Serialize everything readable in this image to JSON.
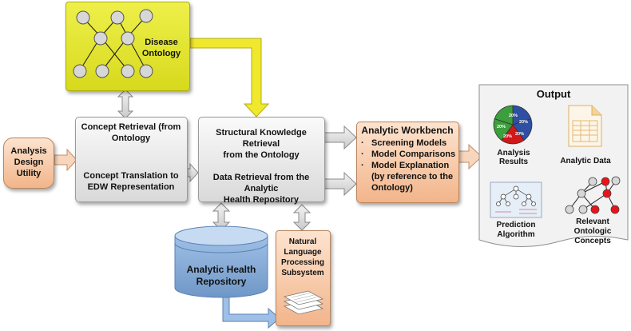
{
  "disease_ontology": {
    "label": "Disease\nOntology"
  },
  "analysis_design": {
    "label": "Analysis\nDesign\nUtility"
  },
  "concept_retrieval": {
    "label": "Concept Retrieval (from\nOntology"
  },
  "concept_translation": {
    "label": "Concept Translation to\nEDW Representation"
  },
  "structural_retrieval": {
    "label": "Structural Knowledge Retrieval\nfrom the Ontology"
  },
  "data_retrieval": {
    "label": "Data Retrieval from the Analytic\nHealth Repository"
  },
  "analytic_workbench": {
    "title": "Analytic Workbench",
    "items": [
      "Screening Models",
      "Model Comparisons",
      "Model Explanation\n(by reference to the\nOntology)"
    ]
  },
  "health_repository": {
    "label": "Analytic Health\nRepository"
  },
  "nlp_subsystem": {
    "label": "Natural\nLanguage\nProcessing\nSubsystem"
  },
  "output": {
    "title": "Output",
    "pie_percents": [
      "20%",
      "20%",
      "20%",
      "20%",
      "20%"
    ],
    "analysis_results": "Analysis Results",
    "analytic_data": "Analytic Data",
    "prediction_algorithm": "Prediction\nAlgorithm",
    "relevant_concepts": "Relevant Ontologic\nConcepts"
  },
  "colors": {
    "ontology_fill": "#e3e62a",
    "arrow_yellow": "#f0e82c",
    "repository_blue": "#8fb3dc",
    "peach": "#f6c6a3",
    "gray_arrow": "#d9d9d9",
    "node_red": "#e8141a"
  }
}
